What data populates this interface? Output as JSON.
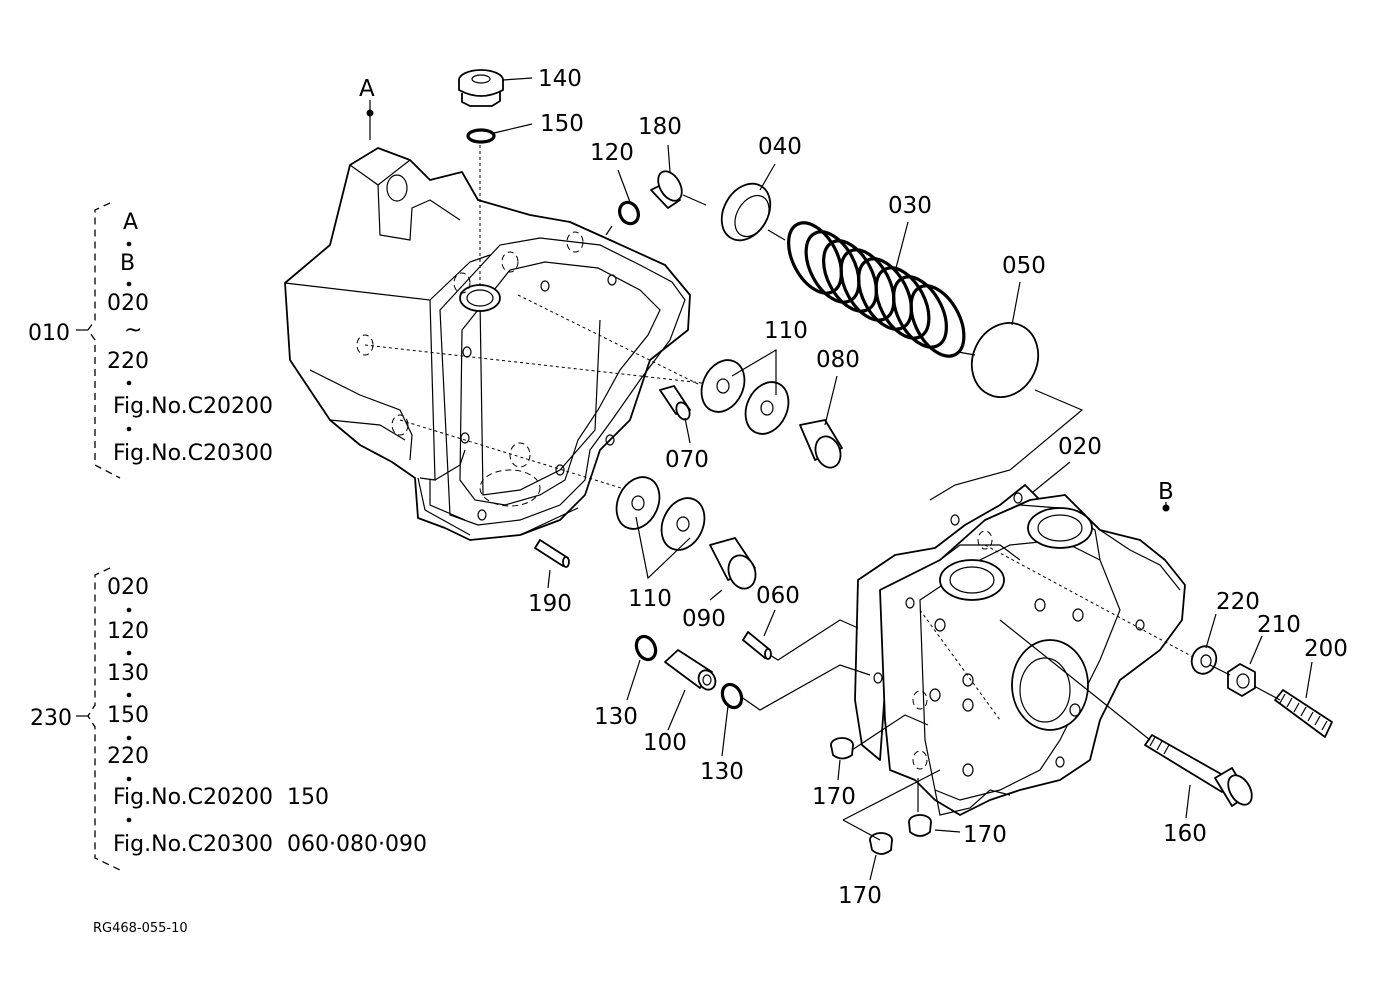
{
  "drawing_code": "RG468-055-10",
  "callouts": {
    "c140": "140",
    "c150": "150",
    "c120": "120",
    "c180": "180",
    "c040": "040",
    "c030": "030",
    "c050": "050",
    "c110a": "110",
    "c080": "080",
    "c070": "070",
    "c020": "020",
    "c110b": "110",
    "c090": "090",
    "c190": "190",
    "c060": "060",
    "c130a": "130",
    "c100": "100",
    "c130b": "130",
    "c220": "220",
    "c210": "210",
    "c200": "200",
    "c170a": "170",
    "c170b": "170",
    "c170c": "170",
    "c160": "160"
  },
  "view_markers": {
    "a": "A",
    "b": "B"
  },
  "assembly_010": {
    "number": "010",
    "lines": [
      "A",
      "B",
      "020",
      "~",
      "220",
      "Fig.No.C20200",
      "Fig.No.C20300"
    ]
  },
  "assembly_230": {
    "number": "230",
    "lines": [
      "020",
      "120",
      "130",
      "150",
      "220",
      "Fig.No.C20200  150",
      "Fig.No.C20300  060·080·090"
    ]
  }
}
